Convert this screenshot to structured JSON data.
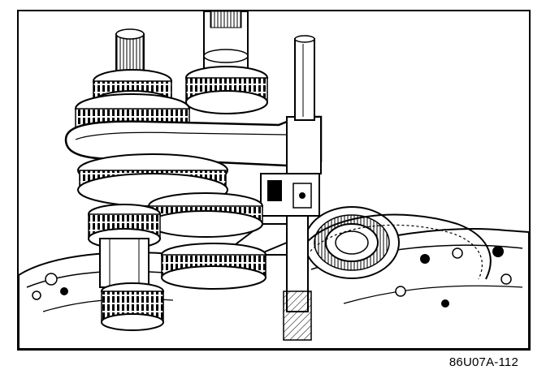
{
  "figure": {
    "code": "86U07A-112",
    "colors": {
      "ink": "#000000",
      "paper": "#ffffff",
      "shade": "#d9d9d9"
    },
    "parts": [
      "input-shaft",
      "output-shaft",
      "shift-rod",
      "shift-fork-bracket",
      "gear-cluster",
      "differential-bearing",
      "transaxle-case"
    ]
  }
}
